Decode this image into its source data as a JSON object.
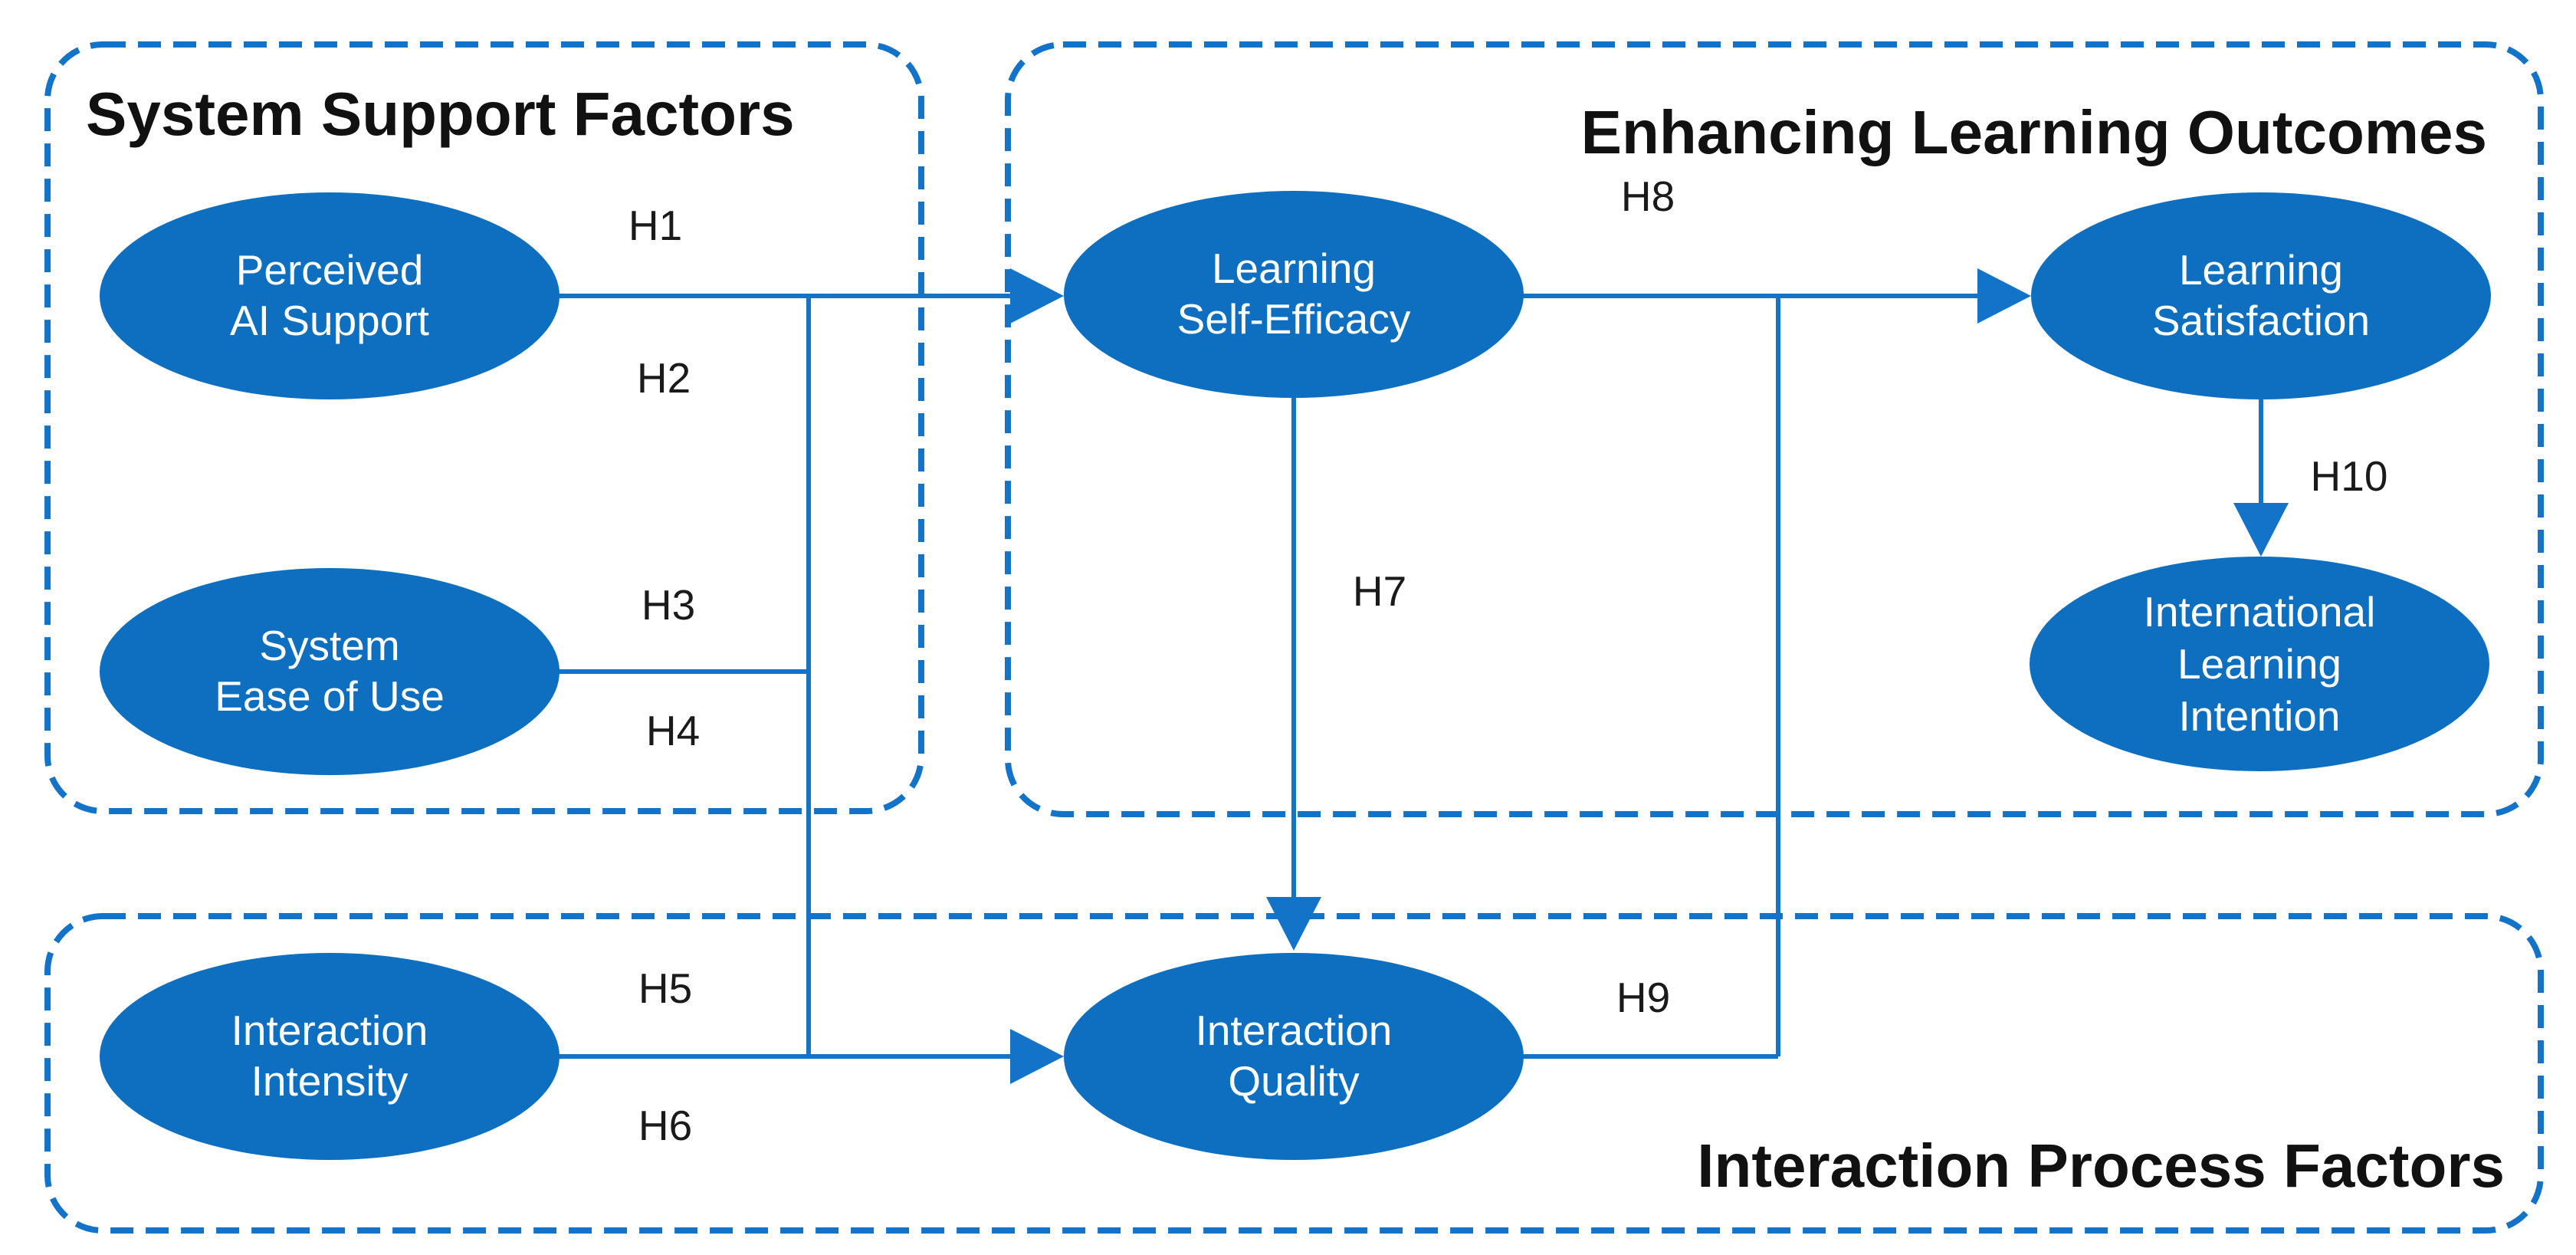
{
  "figure": {
    "background": "#FFFFFF",
    "node_fill": "#0E6FC0",
    "line_color": "#1273C8",
    "title_color": "#111111",
    "label_color": "#1A1A1A",
    "node_text_color": "#FFFFFF"
  },
  "boxes": {
    "system_support": {
      "title": "System Support Factors"
    },
    "learning_outcomes": {
      "title": "Enhancing Learning Outcomes"
    },
    "interaction_process": {
      "title": "Interaction Process Factors"
    }
  },
  "nodes": {
    "perceived_ai_support": {
      "lines": [
        "Perceived",
        "AI Support"
      ]
    },
    "system_ease_of_use": {
      "lines": [
        "System",
        "Ease of Use"
      ]
    },
    "interaction_intensity": {
      "lines": [
        "Interaction",
        "Intensity"
      ]
    },
    "learning_self_efficacy": {
      "lines": [
        "Learning",
        "Self-Efficacy"
      ]
    },
    "interaction_quality": {
      "lines": [
        "Interaction",
        "Quality"
      ]
    },
    "learning_satisfaction": {
      "lines": [
        "Learning",
        "Satisfaction"
      ]
    },
    "international_learning_intention": {
      "lines": [
        "International",
        "Learning",
        "Intention"
      ]
    }
  },
  "hypotheses": {
    "h1": "H1",
    "h2": "H2",
    "h3": "H3",
    "h4": "H4",
    "h5": "H5",
    "h6": "H6",
    "h7": "H7",
    "h8": "H8",
    "h9": "H9",
    "h10": "H10"
  }
}
